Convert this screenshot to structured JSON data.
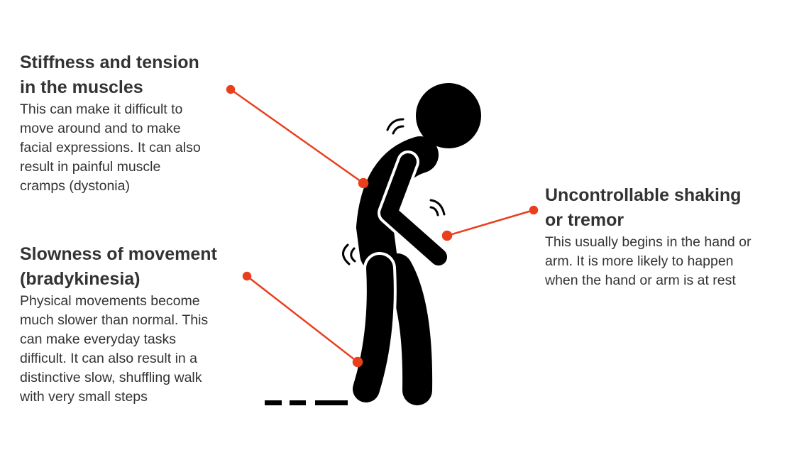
{
  "symptoms": [
    {
      "title_lines": [
        "Stiffness and tension",
        "in the muscles"
      ],
      "desc_lines": [
        "This can make it difficult to",
        "move around and to make",
        "facial expressions. It can also",
        "result in painful muscle",
        "cramps (dystonia)"
      ]
    },
    {
      "title_lines": [
        "Slowness of movement",
        "(bradykinesia)"
      ],
      "desc_lines": [
        "Physical movements become",
        "much slower than normal. This",
        "can make everyday tasks",
        "difficult. It can also result in a",
        "distinctive slow, shuffling walk",
        "with very small steps"
      ]
    },
    {
      "title_lines": [
        "Uncontrollable shaking",
        "or tremor"
      ],
      "desc_lines": [
        "This usually begins in the hand or",
        "arm. It is more likely to happen",
        "when the hand or arm is at rest"
      ]
    }
  ],
  "colors": {
    "accent": "#e8401c",
    "figure": "#000000",
    "text": "#333333"
  }
}
